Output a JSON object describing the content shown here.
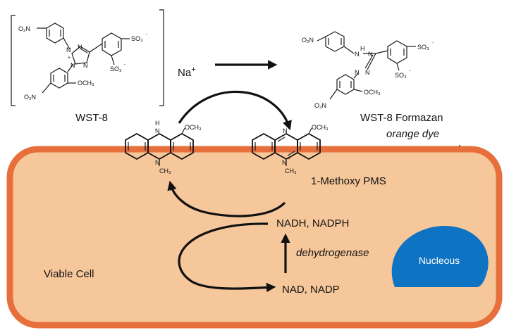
{
  "labels": {
    "wst8": "WST-8",
    "formazan": "WST-8 Formazan",
    "orange_dye": "orange dye",
    "na_plus": "Na",
    "na_charge": "+",
    "methoxy_pms": "1-Methoxy PMS",
    "nadh": "NADH, NADPH",
    "nad": "NAD, NADP",
    "dehydrogenase": "dehydrogenase",
    "nucleus": "Nucleous",
    "viable_cell": "Viable Cell"
  },
  "chem": {
    "o2n": "O₂N",
    "so3": "SO₃",
    "minus": "⁻",
    "och3": "OCH₃",
    "h": "H",
    "n": "N",
    "nplus": "N",
    "plus": "+",
    "ch3": "CH₃"
  },
  "colors": {
    "cell_fill": "#F6C79B",
    "cell_border": "#E76F3B",
    "nucleus_fill": "#0E73C2",
    "text": "#111111"
  }
}
